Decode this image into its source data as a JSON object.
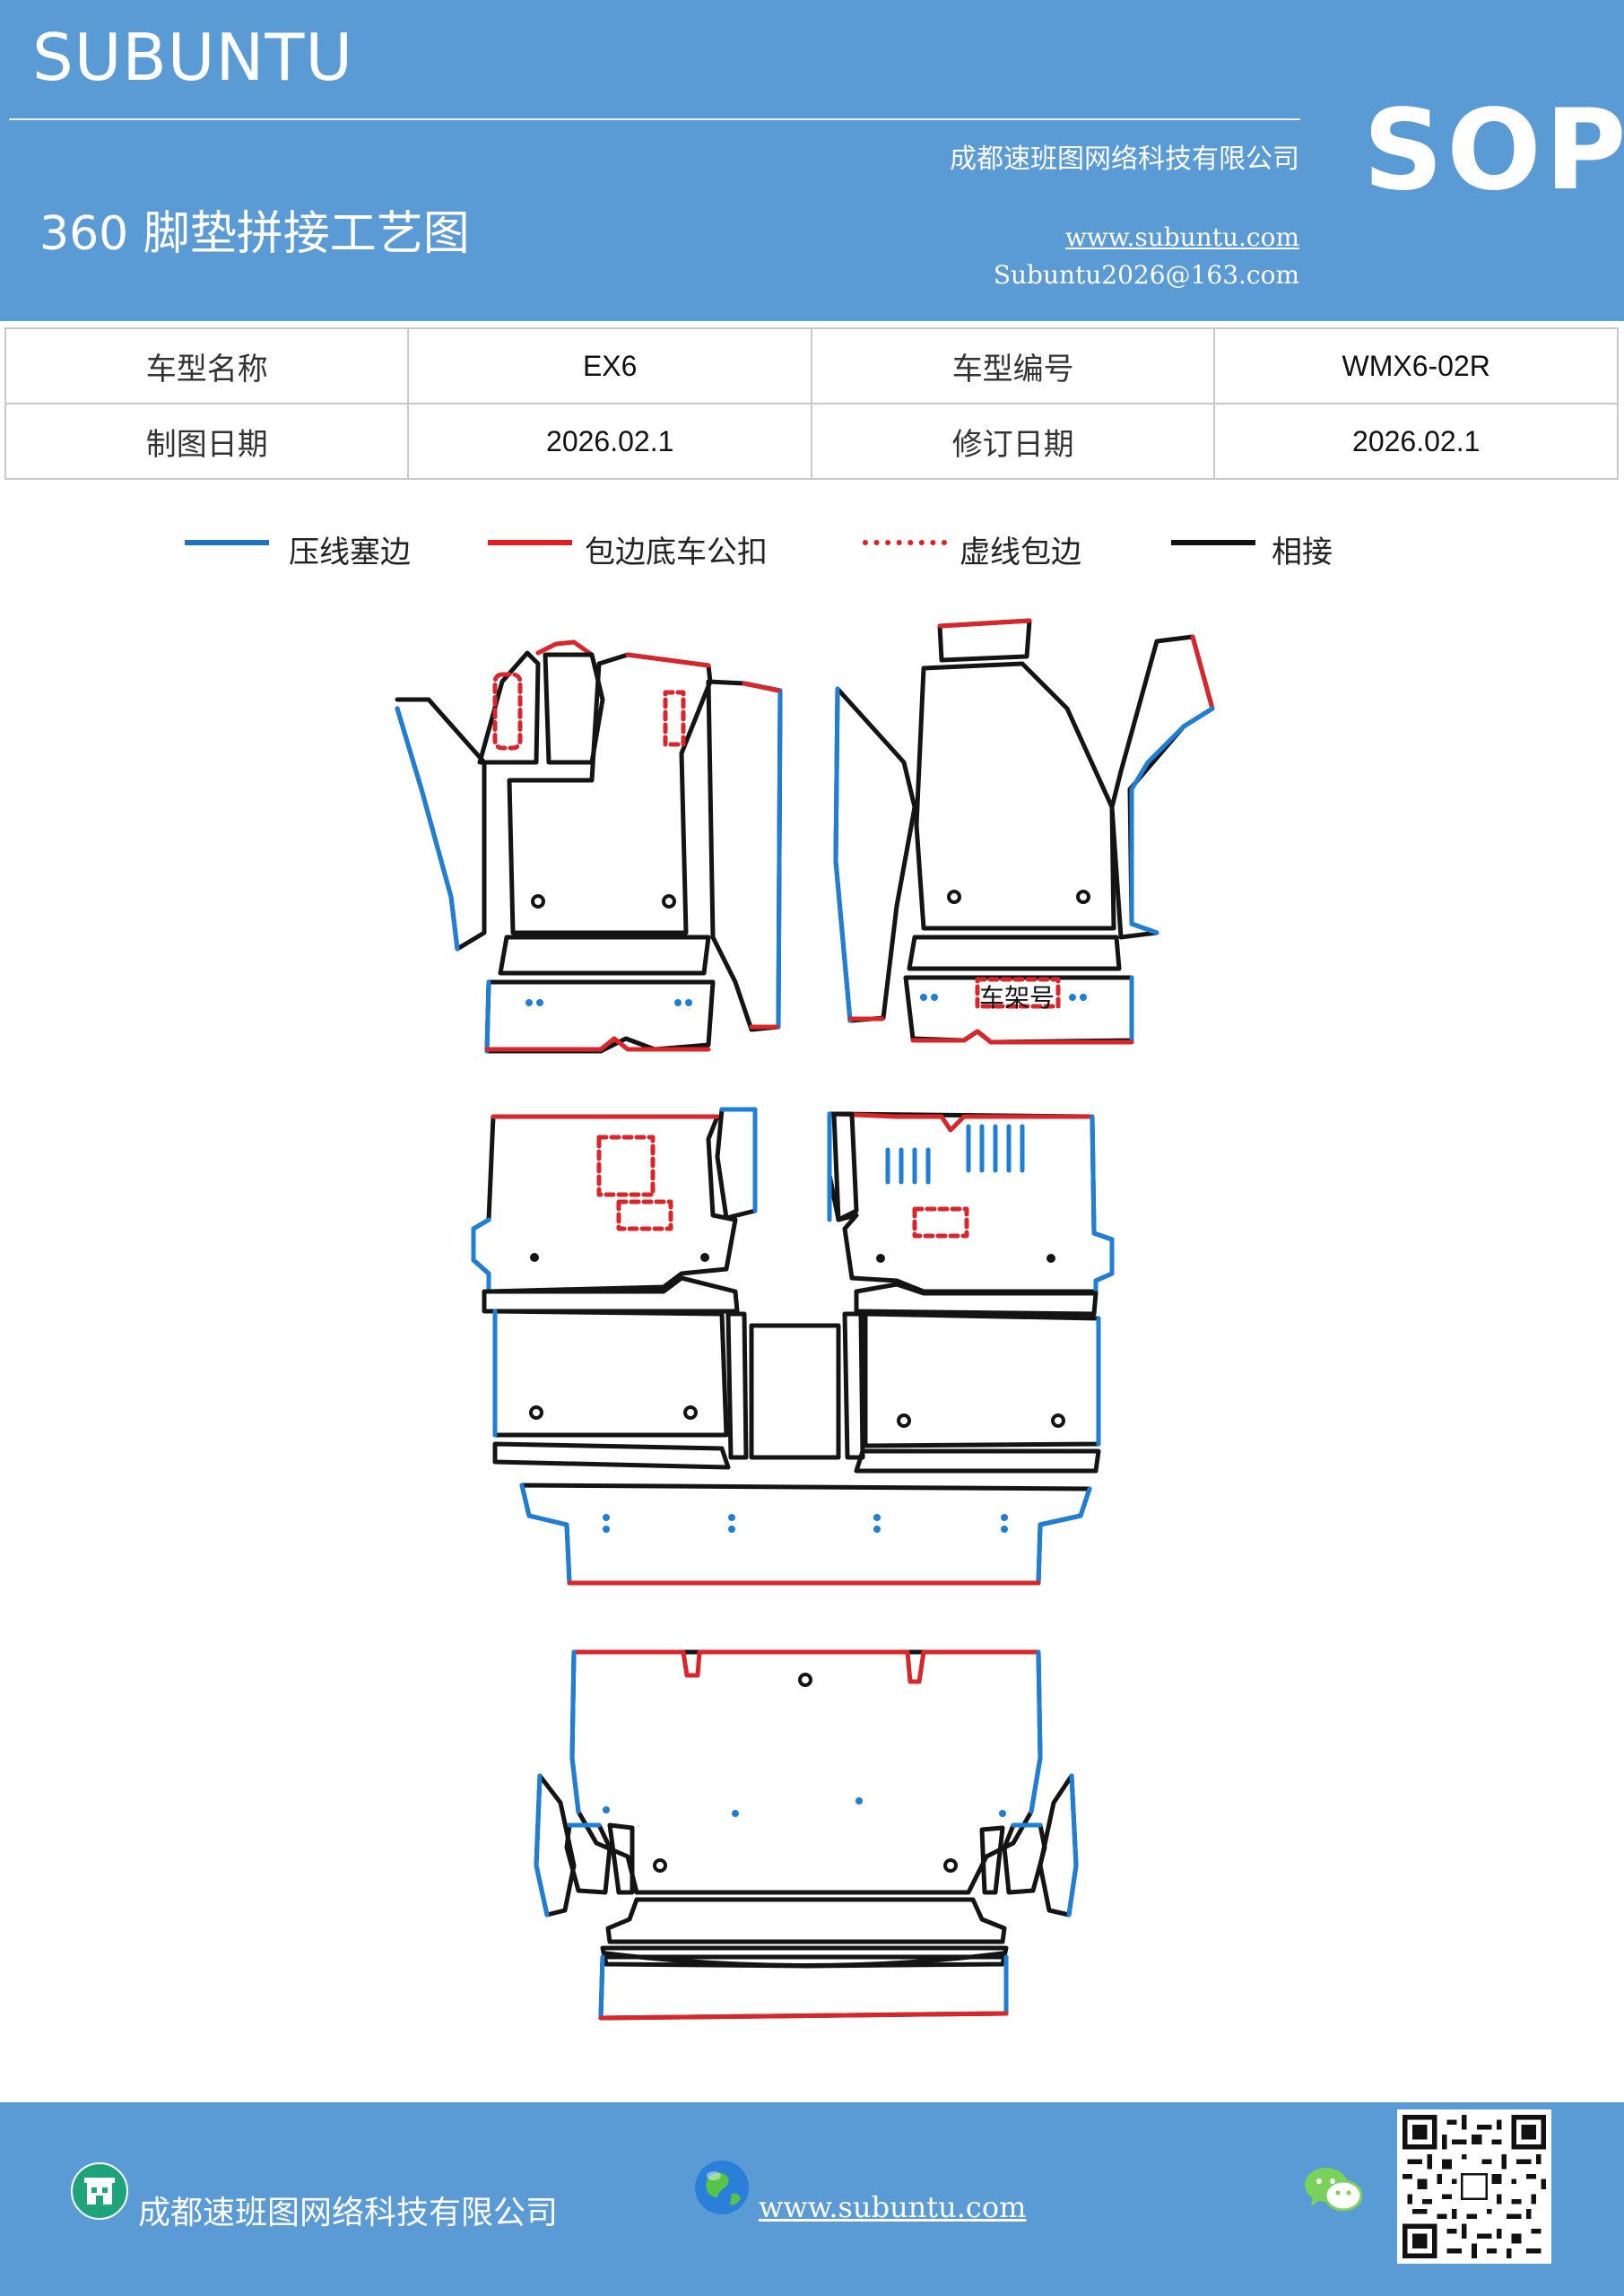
{
  "header": {
    "brand": "SUBUNTU",
    "company": "成都速班图网络科技有限公司",
    "doc_title": "360 脚垫拼接工艺图",
    "url": "www.subuntu.com",
    "email": "Subuntu2026@163.com",
    "badge": "SOP",
    "background_color": "#5b9bd5"
  },
  "info_table": {
    "rows": [
      [
        "车型名称",
        "EX6",
        "车型编号",
        "WMX6-02R"
      ],
      [
        "制图日期",
        "2026.02.1",
        "修订日期",
        "2026.02.1"
      ]
    ]
  },
  "legend": {
    "items": [
      {
        "label": "压线塞边",
        "color": "#1e73be",
        "style": "solid"
      },
      {
        "label": "包边底车公扣",
        "color": "#e02020",
        "style": "solid"
      },
      {
        "label": "虚线包边",
        "color": "#e02020",
        "style": "dotted"
      },
      {
        "label": "相接",
        "color": "#111111",
        "style": "solid"
      }
    ]
  },
  "diagram": {
    "vin_label": "车架号",
    "colors": {
      "blue": "#1e7fd4",
      "red": "#d9262b",
      "black": "#141414"
    }
  },
  "footer": {
    "company": "成都速班图网络科技有限公司",
    "url": "www.subuntu.com",
    "building_icon": "building-icon",
    "globe_icon": "globe-icon",
    "wechat_icon": "wechat-icon",
    "qr_icon": "qr-code"
  }
}
